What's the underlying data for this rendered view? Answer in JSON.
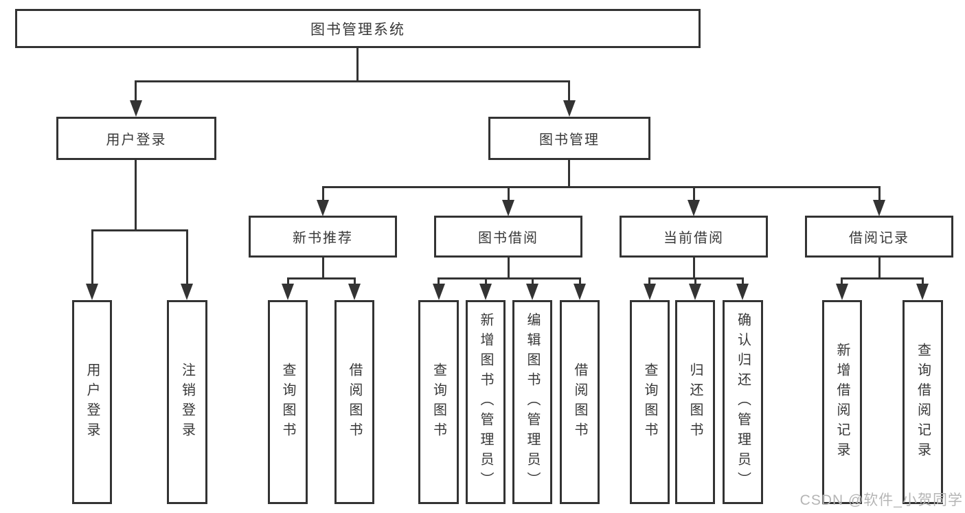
{
  "title": "图书管理系统",
  "colors": {
    "line": "#333333",
    "text": "#383838",
    "watermark": "#b5b5b5",
    "background": "#ffffff"
  },
  "watermark": {
    "text": "CSDN @软件_小贺同学"
  },
  "tree": {
    "root": {
      "label": "图书管理系统"
    },
    "branches": [
      {
        "label": "用户登录",
        "leaves": [
          {
            "label": "用户登录"
          },
          {
            "label": "注销登录"
          }
        ]
      },
      {
        "label": "图书管理",
        "groups": [
          {
            "label": "新书推荐",
            "leaves": [
              {
                "label": "查询图书"
              },
              {
                "label": "借阅图书"
              }
            ]
          },
          {
            "label": "图书借阅",
            "leaves": [
              {
                "label": "查询图书"
              },
              {
                "label": "新增图书（管理员）"
              },
              {
                "label": "编辑图书（管理员）"
              },
              {
                "label": "借阅图书"
              }
            ]
          },
          {
            "label": "当前借阅",
            "leaves": [
              {
                "label": "查询图书"
              },
              {
                "label": "归还图书"
              },
              {
                "label": "确认归还（管理员）"
              }
            ]
          },
          {
            "label": "借阅记录",
            "leaves": [
              {
                "label": "新增借阅记录"
              },
              {
                "label": "查询借阅记录"
              }
            ]
          }
        ]
      }
    ]
  }
}
